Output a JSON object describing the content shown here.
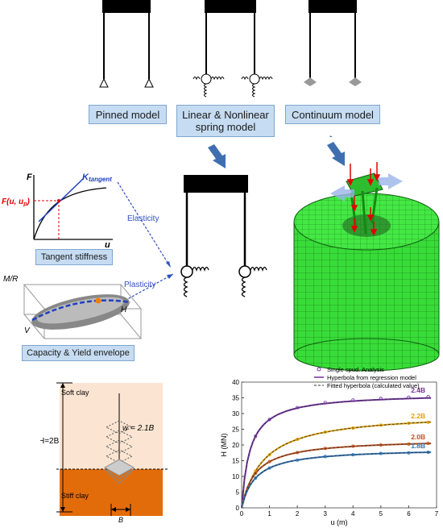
{
  "models": {
    "pinned": "Pinned model",
    "spring_line1": "Linear & Nonlinear",
    "spring_line2": "spring model",
    "continuum": "Continuum model"
  },
  "tangent": {
    "f_axis": "F",
    "u_axis": "u",
    "k_label": "K",
    "k_sub": "tangent",
    "f_point": "F(u, u",
    "f_point_sub": "p",
    "f_point_end": ")",
    "caption": "Tangent stiffness"
  },
  "envelope": {
    "mr": "M/R",
    "h": "H",
    "v": "V",
    "caption": "Capacity & Yield envelope"
  },
  "notes": {
    "elasticity": "Elasticity",
    "plasticity": "Plasticity"
  },
  "soil": {
    "soft": "Soft clay",
    "stiff": "Stiff clay",
    "h": "H=2B",
    "w": "w = 2.1B",
    "b": "B"
  },
  "colors": {
    "soft": "#fbe5d2",
    "stiff": "#e36c0a",
    "mesh": "#33d633",
    "arrow": "#3f6fb0"
  },
  "chart_data": {
    "type": "line",
    "xlabel": "u (m)",
    "ylabel": "H (MN)",
    "xlim": [
      0,
      7
    ],
    "ylim": [
      0,
      40
    ],
    "xticks": [
      0,
      1,
      2,
      3,
      4,
      5,
      6,
      7
    ],
    "yticks": [
      0,
      5,
      10,
      15,
      20,
      25,
      30,
      35,
      40
    ],
    "legend": [
      "Single spud. Analysis",
      "Hyperbola from regression model",
      "Fitted hyperbola (calculated value)"
    ],
    "legend_placement": "top-right",
    "series": [
      {
        "name": "2.4B",
        "color": "#7030a0",
        "asymptote": 36.5,
        "k": 0.3,
        "x": [
          0.5,
          1,
          2,
          3,
          4,
          5,
          6,
          6.7
        ],
        "y": [
          22.8,
          28.1,
          31.9,
          33.5,
          34.3,
          34.8,
          35.2,
          35.4
        ]
      },
      {
        "name": "2.2B",
        "color": "#e0a000",
        "asymptote": 30.5,
        "k": 0.8,
        "x": [
          0.5,
          1,
          2,
          3,
          4,
          5,
          6,
          6.7
        ],
        "y": [
          11.7,
          16.9,
          21.8,
          24.1,
          25.4,
          26.3,
          26.9,
          27.2
        ]
      },
      {
        "name": "2.0B",
        "color": "#c0501c",
        "asymptote": 22.0,
        "k": 0.5,
        "x": [
          0.5,
          1,
          2,
          3,
          4,
          5,
          6,
          6.7
        ],
        "y": [
          11.0,
          14.7,
          17.6,
          18.9,
          19.6,
          20.0,
          20.3,
          20.5
        ]
      },
      {
        "name": "1.8B",
        "color": "#2e75b6",
        "asymptote": 19.0,
        "k": 0.5,
        "x": [
          0.5,
          1,
          2,
          3,
          4,
          5,
          6,
          6.7
        ],
        "y": [
          9.5,
          12.7,
          15.2,
          16.3,
          16.9,
          17.3,
          17.5,
          17.7
        ]
      }
    ]
  }
}
